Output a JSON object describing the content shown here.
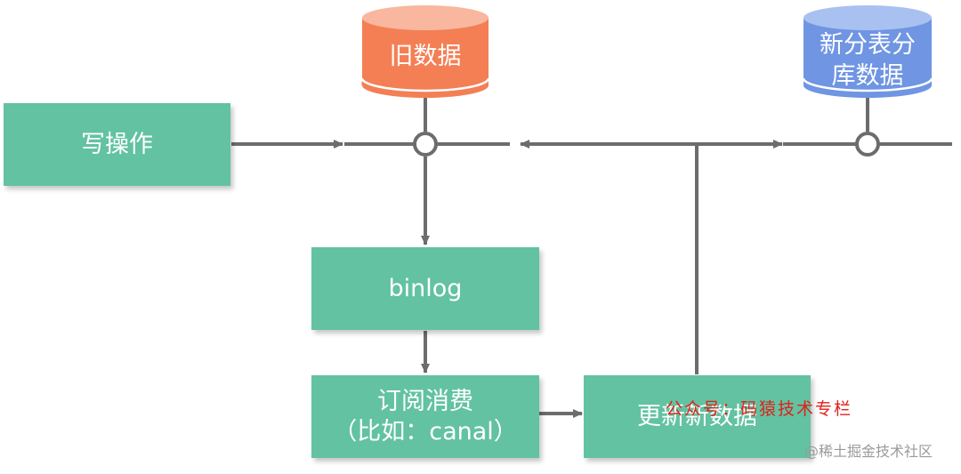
{
  "nodes": {
    "write_op": "写操作",
    "binlog": "binlog",
    "subscribe_line1": "订阅消费",
    "subscribe_line2": "（比如：canal）",
    "update_new": "更新新数据"
  },
  "databases": {
    "old": "旧数据",
    "new_line1": "新分表分",
    "new_line2": "库数据"
  },
  "watermarks": {
    "red": "公众号：码猿技术专栏",
    "gray": "@稀土掘金技术社区"
  },
  "colors": {
    "box": "#62c2a2",
    "old_db": "#f47f55",
    "new_db": "#6f95e3",
    "line": "#6c6c6c",
    "watermark_red": "#e0201a"
  }
}
